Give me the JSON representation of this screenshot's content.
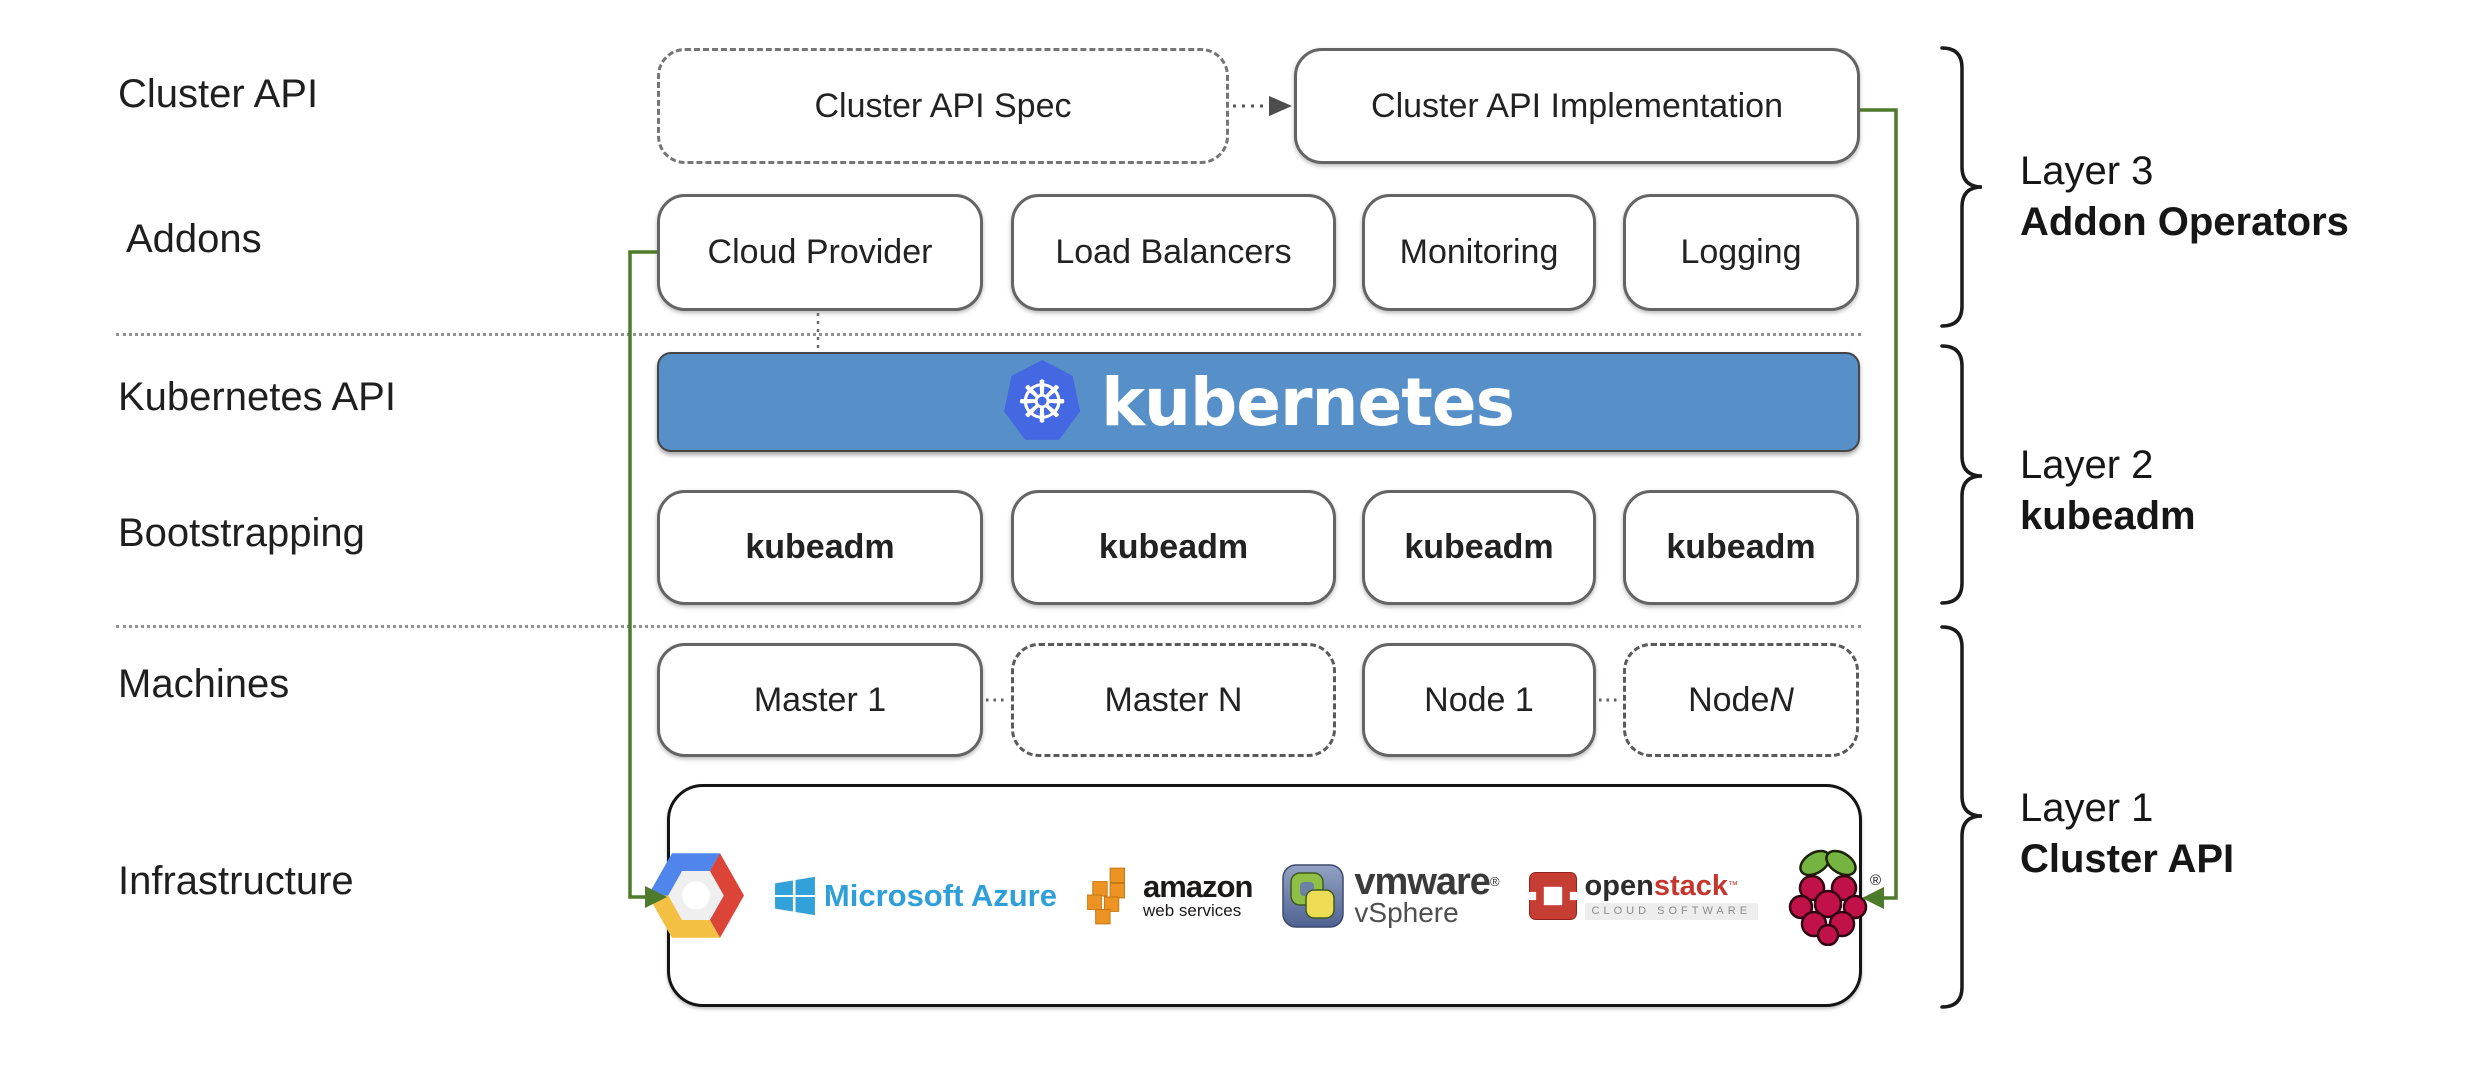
{
  "row_labels": {
    "cluster_api": "Cluster API",
    "addons": "Addons",
    "kubernetes_api": "Kubernetes API",
    "bootstrapping": "Bootstrapping",
    "machines": "Machines",
    "infrastructure": "Infrastructure"
  },
  "cluster_api_row": {
    "spec": "Cluster API Spec",
    "implementation": "Cluster API Implementation"
  },
  "addons": {
    "items": [
      "Cloud Provider",
      "Load Balancers",
      "Monitoring",
      "Logging"
    ]
  },
  "kubernetes_banner": {
    "helm_glyph": "☸",
    "wordmark": "kubernetes"
  },
  "bootstrapping": {
    "items": [
      "kubeadm",
      "kubeadm",
      "kubeadm",
      "kubeadm"
    ]
  },
  "machines": {
    "items": [
      {
        "label": "Master 1",
        "suffix": ""
      },
      {
        "label": "Master N",
        "suffix": ""
      },
      {
        "label": "Node 1",
        "suffix": ""
      },
      {
        "label": "Node ",
        "suffix": "N"
      }
    ]
  },
  "infrastructure": {
    "providers": {
      "gcp": {
        "name": "Google Cloud Platform"
      },
      "azure": {
        "name": "Microsoft Azure",
        "text": "Microsoft Azure"
      },
      "aws": {
        "name": "Amazon Web Services",
        "line1": "amazon",
        "line2": "web services"
      },
      "vmware": {
        "name": "VMware vSphere",
        "line1": "vmware",
        "reg": "®",
        "line2": "vSphere"
      },
      "openstack": {
        "name": "OpenStack",
        "word_open": "open",
        "word_stack": "stack",
        "tm": "™",
        "tagline": "CLOUD SOFTWARE"
      },
      "raspberry_pi": {
        "name": "Raspberry Pi",
        "reg": "®"
      }
    }
  },
  "layers": {
    "layer3": {
      "line1": "Layer 3",
      "line2": "Addon Operators"
    },
    "layer2": {
      "line1": "Layer 2",
      "line2": "kubeadm"
    },
    "layer1": {
      "line1": "Layer 1",
      "line2": "Cluster API"
    }
  },
  "colors": {
    "banner_blue": "#578fc9",
    "kubernetes_logo_blue": "#4467e2",
    "connector_green": "#4e7a2c",
    "azure_blue": "#2f9fd9",
    "aws_orange": "#ec9324",
    "openstack_red": "#c5372e",
    "gcp_blue": "#5085ec",
    "gcp_red": "#db4437",
    "gcp_yellow": "#f4b400",
    "raspberry_crimson": "#c01148",
    "raspberry_leaf_green": "#76b441",
    "box_border_gray": "#646464",
    "text_dark": "#212121"
  }
}
